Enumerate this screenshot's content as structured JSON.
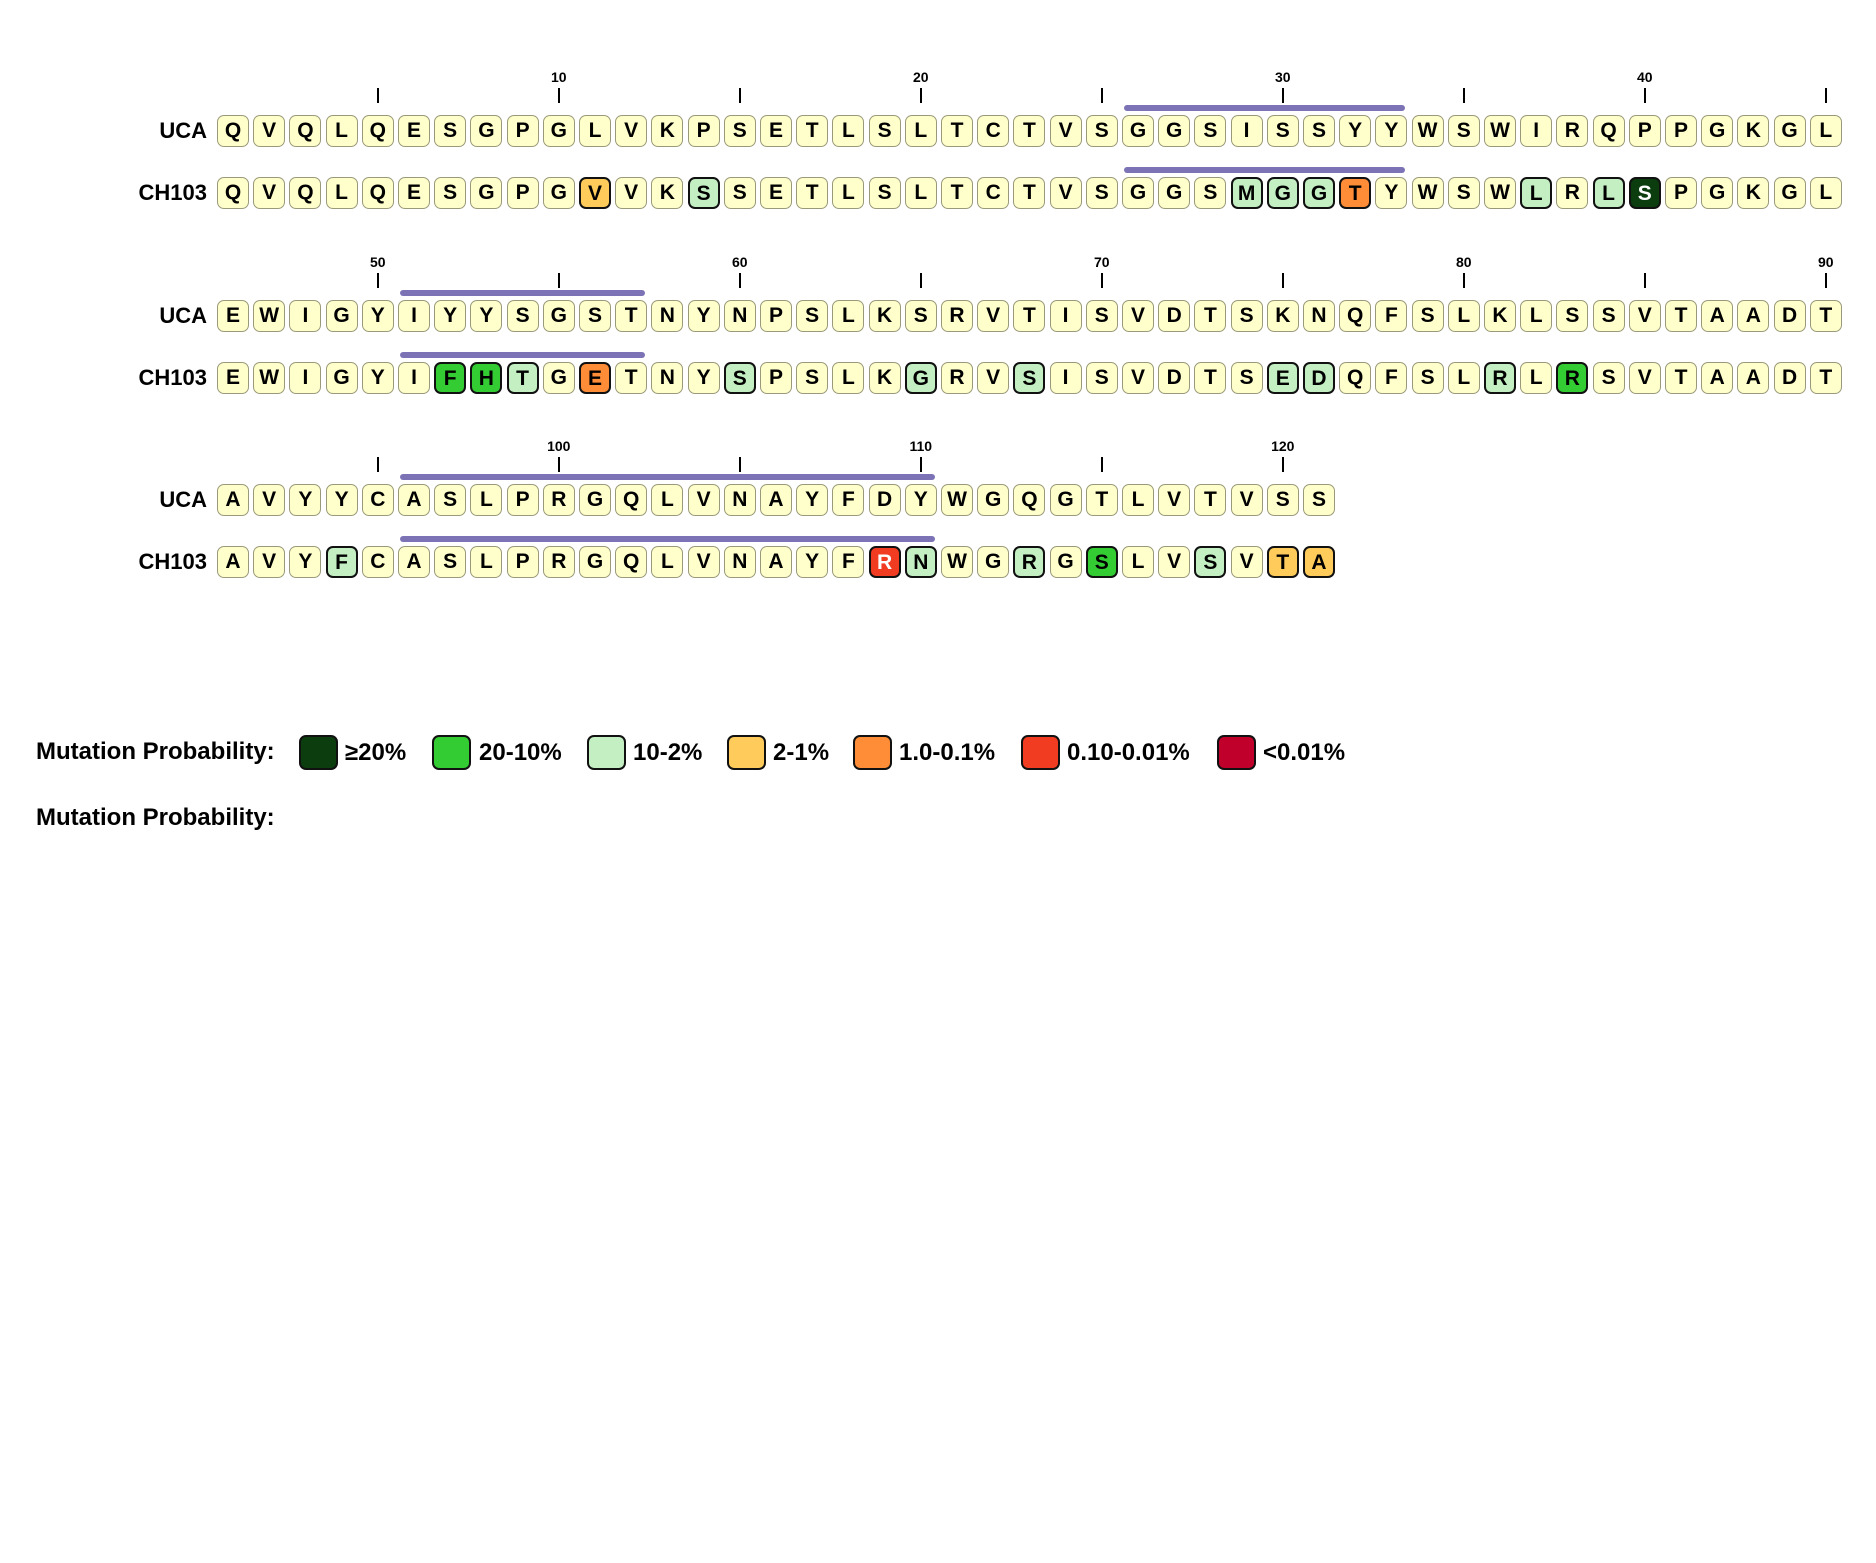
{
  "colors": {
    "base": "#ffffcc",
    "cdr_bar": "#7b73b5",
    "p20plus": "#0b3d0f",
    "p20_10": "#33cc33",
    "p10_2": "#c3efc3",
    "p2_1": "#ffcc5c",
    "p1_01": "#ff8c36",
    "p01_001": "#f23c22",
    "plt001": "#c0002a"
  },
  "blocks": [
    {
      "ref_label": "UCA",
      "mut_label": "CH103",
      "ref_seq": "QVQLQESGPGLVKPSETLSLTCTVSGGSISSYYWSWIRQPPGKGL",
      "mut_seq": "QVQLQESGPGVVKSSETLSLTCTVSGGSMGGTYWSWLRLSPGKGL",
      "mut_classes": {
        "10": "p2_1",
        "13": "p10_2",
        "28": "p10_2",
        "29": "p10_2",
        "30": "p10_2",
        "31": "p1_01",
        "36": "p10_2",
        "38": "p10_2",
        "39": "p20plus"
      },
      "ticks": [
        {
          "index": 4,
          "label": ""
        },
        {
          "index": 9,
          "label": "10"
        },
        {
          "index": 14,
          "label": ""
        },
        {
          "index": 19,
          "label": "20"
        },
        {
          "index": 24,
          "label": ""
        },
        {
          "index": 29,
          "label": "30"
        },
        {
          "index": 34,
          "label": ""
        },
        {
          "index": 39,
          "label": "40"
        },
        {
          "index": 44,
          "label": ""
        }
      ],
      "cdr": [
        {
          "start": 25,
          "end": 32
        }
      ]
    },
    {
      "ref_label": "UCA",
      "mut_label": "CH103",
      "ref_seq": "EWIGYIYYSGSTNYNPSLKSRVTISVDTSKNQFSLKLSSVTAADT",
      "mut_seq": "EWIGYIFHTGETNYSPSLKGRVSISVDTSEDQFSLRLRSVTAADT",
      "mut_classes": {
        "6": "p20_10",
        "7": "p20_10",
        "8": "p10_2",
        "10": "p1_01",
        "14": "p10_2",
        "19": "p10_2",
        "22": "p10_2",
        "29": "p10_2",
        "30": "p10_2",
        "35": "p10_2",
        "37": "p20_10"
      },
      "ticks": [
        {
          "index": 4,
          "label": "50"
        },
        {
          "index": 9,
          "label": ""
        },
        {
          "index": 14,
          "label": "60"
        },
        {
          "index": 19,
          "label": ""
        },
        {
          "index": 24,
          "label": "70"
        },
        {
          "index": 29,
          "label": ""
        },
        {
          "index": 34,
          "label": "80"
        },
        {
          "index": 39,
          "label": ""
        },
        {
          "index": 44,
          "label": "90"
        }
      ],
      "cdr": [
        {
          "start": 5,
          "end": 11
        }
      ]
    },
    {
      "ref_label": "UCA",
      "mut_label": "CH103",
      "ref_seq": "AVYYCASLPRGQLVNAYFDYWGQGTLVTVSS",
      "mut_seq": "AVYFCASLPRGQLVNAYFRNWGRGSLVSVTA",
      "mut_classes": {
        "3": "p10_2",
        "18": "p01_001",
        "19": "p10_2",
        "22": "p10_2",
        "24": "p20_10",
        "27": "p10_2",
        "29": "p2_1",
        "30": "p2_1"
      },
      "ticks": [
        {
          "index": 4,
          "label": ""
        },
        {
          "index": 9,
          "label": "100"
        },
        {
          "index": 14,
          "label": ""
        },
        {
          "index": 19,
          "label": "110"
        },
        {
          "index": 24,
          "label": ""
        },
        {
          "index": 29,
          "label": "120"
        }
      ],
      "cdr": [
        {
          "start": 5,
          "end": 19
        }
      ]
    }
  ],
  "legend": {
    "title": "Mutation Probability:",
    "items": [
      {
        "label": "≥20%",
        "color_key": "p20plus"
      },
      {
        "label": "20-10%",
        "color_key": "p20_10"
      },
      {
        "label": "10-2%",
        "color_key": "p10_2"
      },
      {
        "label": "2-1%",
        "color_key": "p2_1"
      },
      {
        "label": "1.0-0.1%",
        "color_key": "p1_01"
      },
      {
        "label": "0.10-0.01%",
        "color_key": "p01_001"
      },
      {
        "label": "<0.01%",
        "color_key": "plt001"
      }
    ],
    "second_title": "Mutation Probability:"
  }
}
